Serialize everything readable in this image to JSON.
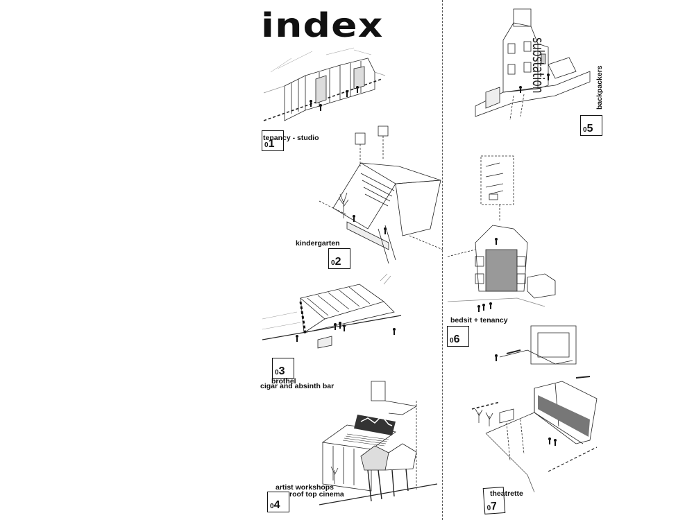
{
  "title": "index",
  "projects": [
    {
      "label": "tenancy - studio",
      "num_prefix": "0",
      "num": "1"
    },
    {
      "label": "kindergarten",
      "num_prefix": "0",
      "num": "2"
    },
    {
      "label_line1": "brothel",
      "label_line2": "cigar and absinth bar",
      "num_prefix": "0",
      "num": "3"
    },
    {
      "label_line1": "artist workshops",
      "label_line2": "roof top cinema",
      "num_prefix": "0",
      "num": "4"
    },
    {
      "label": "backpackers",
      "sign": "substation",
      "num_prefix": "0",
      "num": "5"
    },
    {
      "label": "bedsit + tenancy",
      "num_prefix": "0",
      "num": "6"
    },
    {
      "label": "theatrette",
      "num_prefix": "0",
      "num": "7"
    }
  ]
}
